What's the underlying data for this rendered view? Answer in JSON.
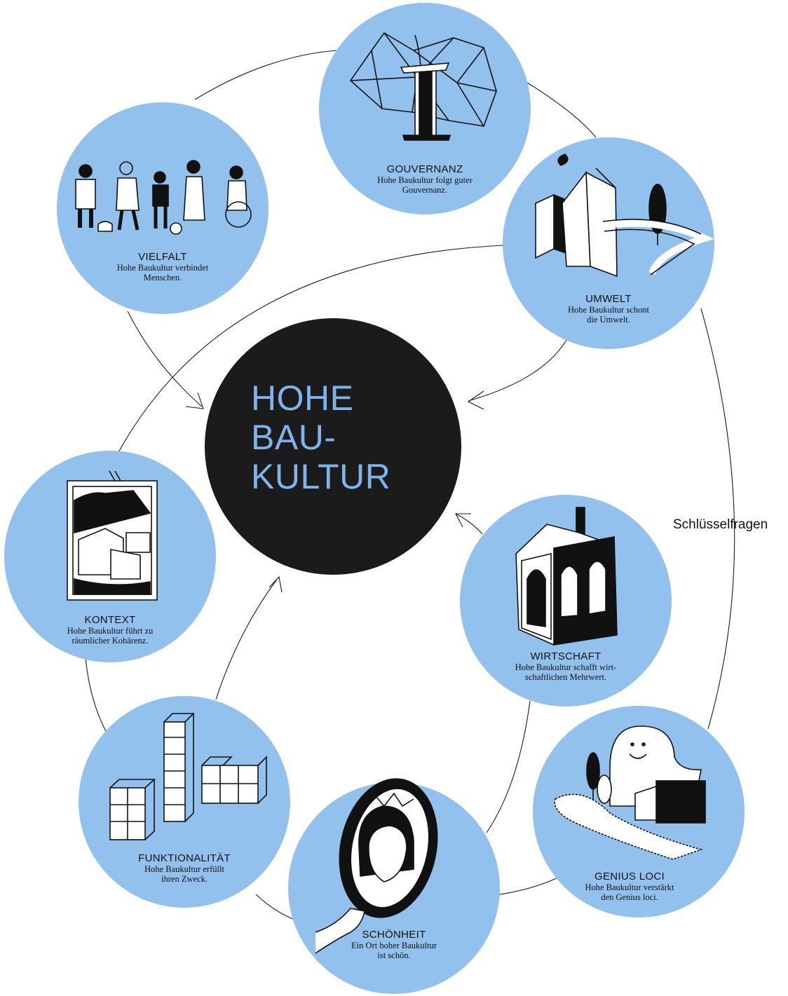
{
  "center": {
    "lines": [
      "HOHE",
      "BAU-",
      "KULTUR"
    ]
  },
  "side_label": "Schlüsselfragen",
  "nodes": [
    {
      "title": "GOUVERNANZ",
      "desc_lines": [
        "Hohe Baukultur folgt guter",
        "Gouvernanz."
      ]
    },
    {
      "title": "UMWELT",
      "desc_lines": [
        "Hohe Baukultur schont",
        "die Umwelt."
      ]
    },
    {
      "title": "VIELFALT",
      "desc_lines": [
        "Hohe Baukultur verbindet",
        "Menschen."
      ]
    },
    {
      "title": "KONTEXT",
      "desc_lines": [
        "Hohe Baukultur führt zu",
        "räumlicher Kohärenz."
      ]
    },
    {
      "title": "WIRTSCHAFT",
      "desc_lines": [
        "Hohe Baukultur schafft wirt-",
        "schaftlichen Mehrwert."
      ]
    },
    {
      "title": "FUNKTIONALITÄT",
      "desc_lines": [
        "Hohe Baukultur erfüllt",
        "ihren Zweck."
      ]
    },
    {
      "title": "GENIUS LOCI",
      "desc_lines": [
        "Hohe Baukultur verstärkt",
        "den Genius loci."
      ]
    },
    {
      "title": "SCHÖNHEIT",
      "desc_lines": [
        "Ein Ort hoher Baukultur",
        "ist schön."
      ]
    }
  ],
  "colors": {
    "node_fill": "#93c1ee",
    "center_fill": "#1c1b1b",
    "center_text": "#7fb3ec",
    "line": "#1b1b1b"
  }
}
